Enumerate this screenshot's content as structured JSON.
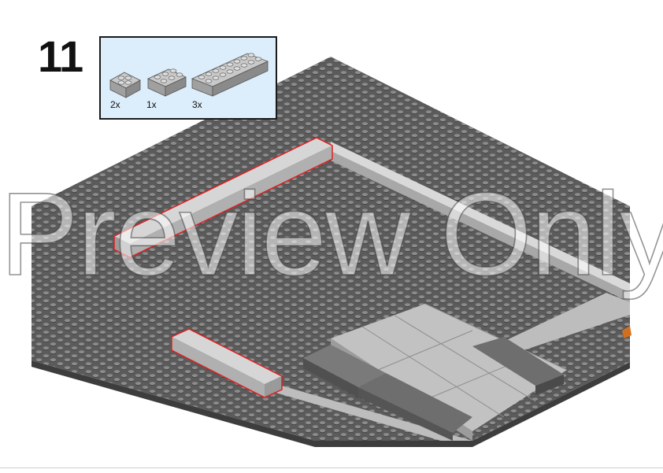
{
  "step": {
    "number": "11"
  },
  "parts": [
    {
      "name": "brick-2x2",
      "qty": "2x"
    },
    {
      "name": "brick-2x3",
      "qty": "1x"
    },
    {
      "name": "brick-2x8",
      "qty": "3x"
    }
  ],
  "watermark": "Preview Only",
  "colors": {
    "baseplate": "#5b5b5b",
    "stud_light": "#8a8a8a",
    "stud_dark": "#3a3a3a",
    "light_gray_brick": "#c7c7c7",
    "dark_gray_brick": "#6d6d6d",
    "highlight_outline": "#e02020",
    "parts_box_fill": "#dcedfb",
    "orange_piece": "#d0701f"
  }
}
